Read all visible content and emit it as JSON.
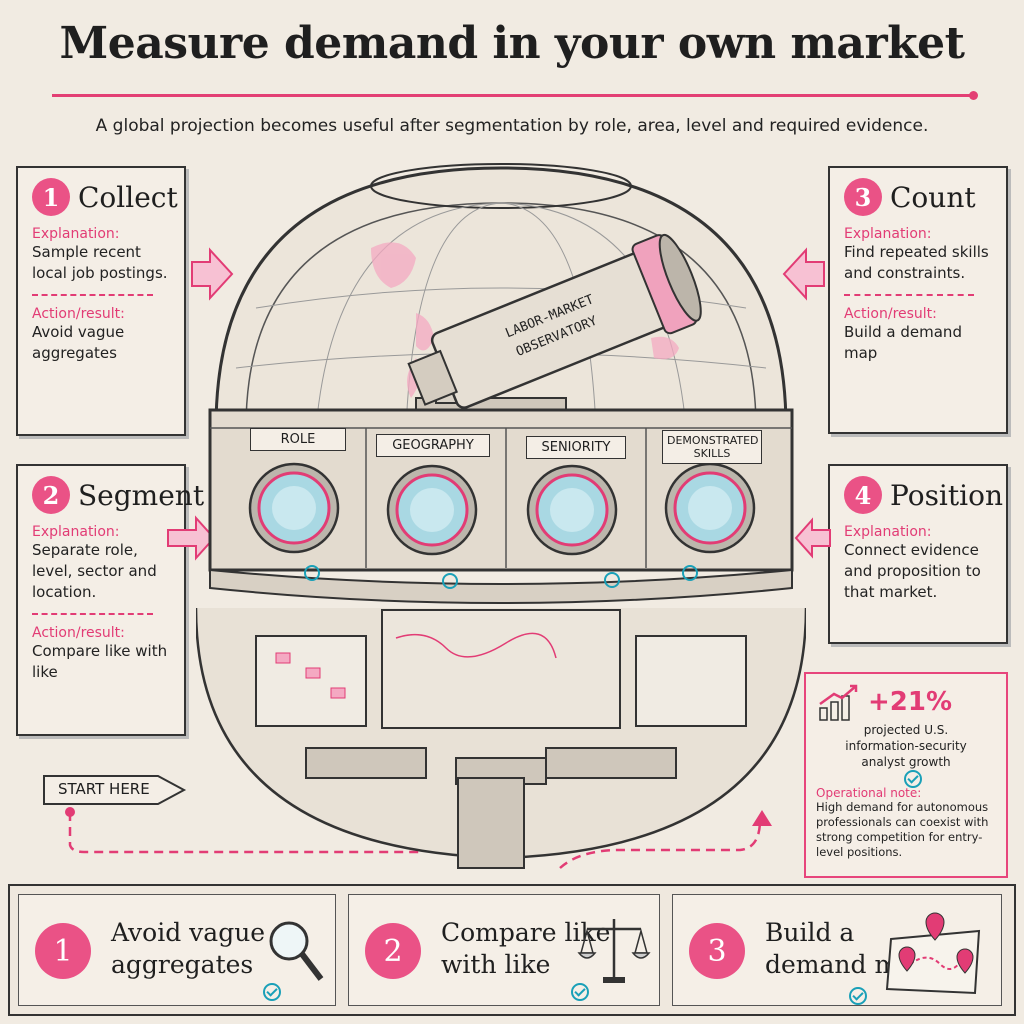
{
  "header": {
    "title": "Measure demand in your own market",
    "subtitle": "A global projection becomes useful after segmentation by role, area, level and required evidence."
  },
  "steps": [
    {
      "num": "1",
      "title": "Collect",
      "explanation_label": "Explanation:",
      "explanation": "Sample recent local job postings.",
      "action_label": "Action/result:",
      "action": "Avoid vague aggregates"
    },
    {
      "num": "2",
      "title": "Segment",
      "explanation_label": "Explanation:",
      "explanation": "Separate role, level, sector and location.",
      "action_label": "Action/result:",
      "action": "Compare like with like"
    },
    {
      "num": "3",
      "title": "Count",
      "explanation_label": "Explanation:",
      "explanation": "Find repeated skills and constraints.",
      "action_label": "Action/result:",
      "action": "Build a demand map"
    },
    {
      "num": "4",
      "title": "Position",
      "explanation_label": "Explanation:",
      "explanation": "Connect evidence and proposition to that market."
    }
  ],
  "observatory": {
    "telescope_label_1": "LABOR-MARKET",
    "telescope_label_2": "OBSERVATORY",
    "lenses": [
      "ROLE",
      "GEOGRAPHY",
      "SENIORITY",
      "DEMONSTRATED SKILLS"
    ]
  },
  "stat": {
    "value": "+21%",
    "line1": "projected U.S.",
    "line2": "information-security",
    "line3": "analyst growth",
    "note_label": "Operational note:",
    "note": "High demand for autonomous professionals can coexist with strong competition for entry-level positions."
  },
  "start_label": "START HERE",
  "summary": [
    {
      "num": "1",
      "line1": "Avoid vague",
      "line2": "aggregates",
      "icon": "magnifier-icon"
    },
    {
      "num": "2",
      "line1": "Compare like",
      "line2": "with like",
      "icon": "scales-icon"
    },
    {
      "num": "3",
      "line1": "Build a",
      "line2": "demand map",
      "icon": "map-icon"
    }
  ],
  "colors": {
    "accent": "#e23c75",
    "check": "#1aa0b8",
    "ink": "#222222",
    "paper": "#f1ebe2"
  }
}
